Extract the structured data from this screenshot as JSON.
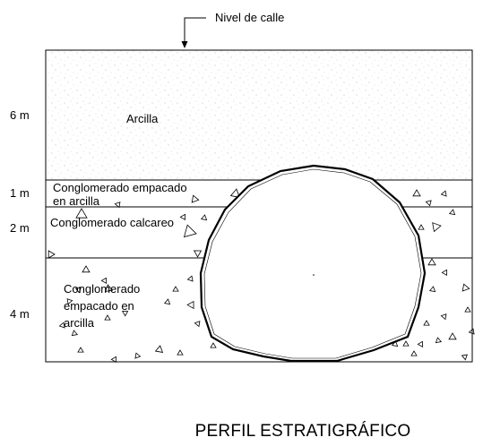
{
  "street_label": "Nivel de calle",
  "title": "PERFIL ESTRATIGRÁFICO",
  "layers": [
    {
      "thickness": "6 m",
      "name_lines": [
        "Arcilla"
      ]
    },
    {
      "thickness": "1 m",
      "name_lines": [
        "Conglomerado empacado",
        "en arcilla"
      ]
    },
    {
      "thickness": "2 m",
      "name_lines": [
        "Conglomerado calcareo"
      ]
    },
    {
      "thickness": "4 m",
      "name_lines": [
        "Conglomerado",
        "empacado en",
        "arcilla"
      ]
    }
  ],
  "colors": {
    "line": "#000000",
    "background": "#ffffff"
  }
}
